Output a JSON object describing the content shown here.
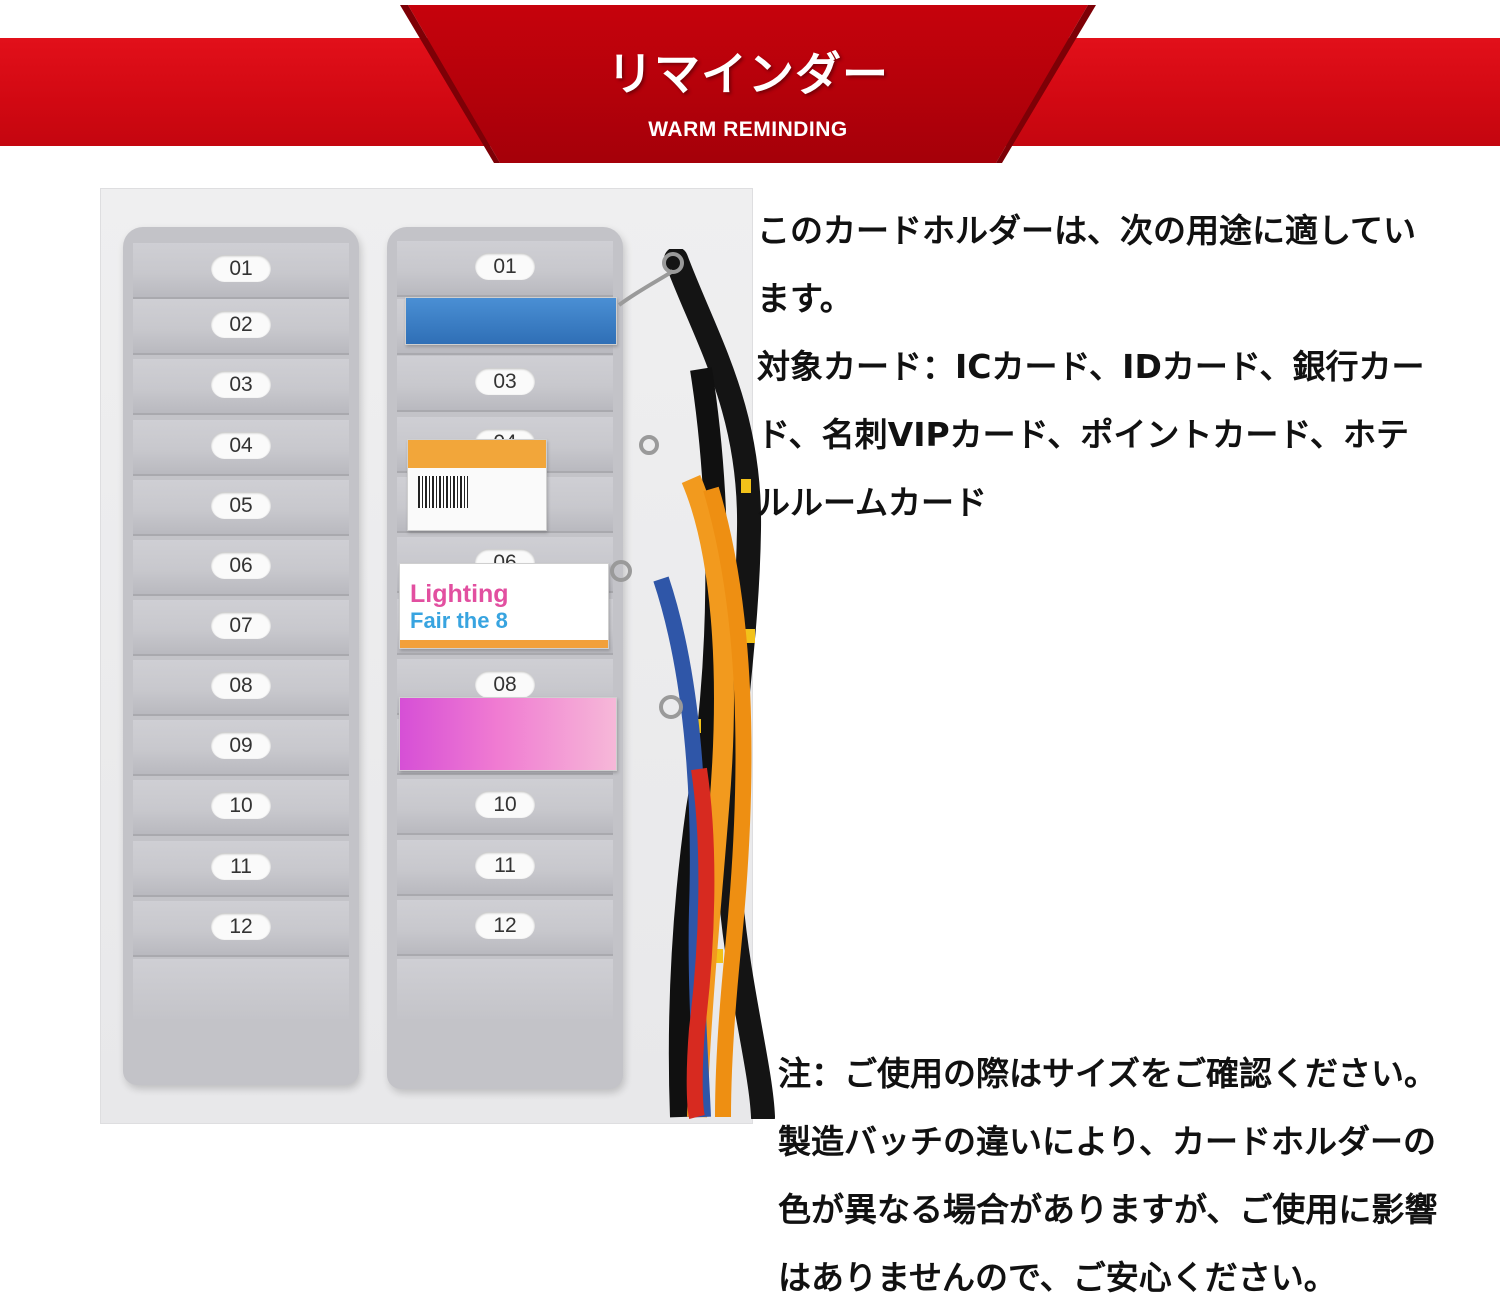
{
  "banner": {
    "title": "リマインダー",
    "subtitle": "WARM REMINDING",
    "colors": {
      "bar": "#d10812",
      "trapezoid": "#b8000a"
    }
  },
  "photo": {
    "left_holder": {
      "slots": [
        "01",
        "02",
        "03",
        "04",
        "05",
        "06",
        "07",
        "08",
        "09",
        "10",
        "11",
        "12"
      ]
    },
    "right_holder": {
      "slots": [
        "01",
        "",
        "03",
        "04",
        "",
        "06",
        "",
        "08",
        "",
        "10",
        "11",
        "12"
      ]
    },
    "cards": {
      "lighting_line1": "Lighting",
      "lighting_line2": "Fair the 8"
    }
  },
  "usage": {
    "lines": [
      "このカードホルダーは、次の用途に適してい",
      "ます。",
      "対象カード：ICカード、IDカード、銀行カー",
      "ド、名刺VIPカード、ポイントカード、ホテ",
      "ルルームカード"
    ]
  },
  "note": {
    "lines": [
      "注：ご使用の際はサイズをご確認ください。",
      "製造バッチの違いにより、カードホルダーの",
      "色が異なる場合がありますが、ご使用に影響",
      "はありませんので、ご安心ください。"
    ]
  }
}
